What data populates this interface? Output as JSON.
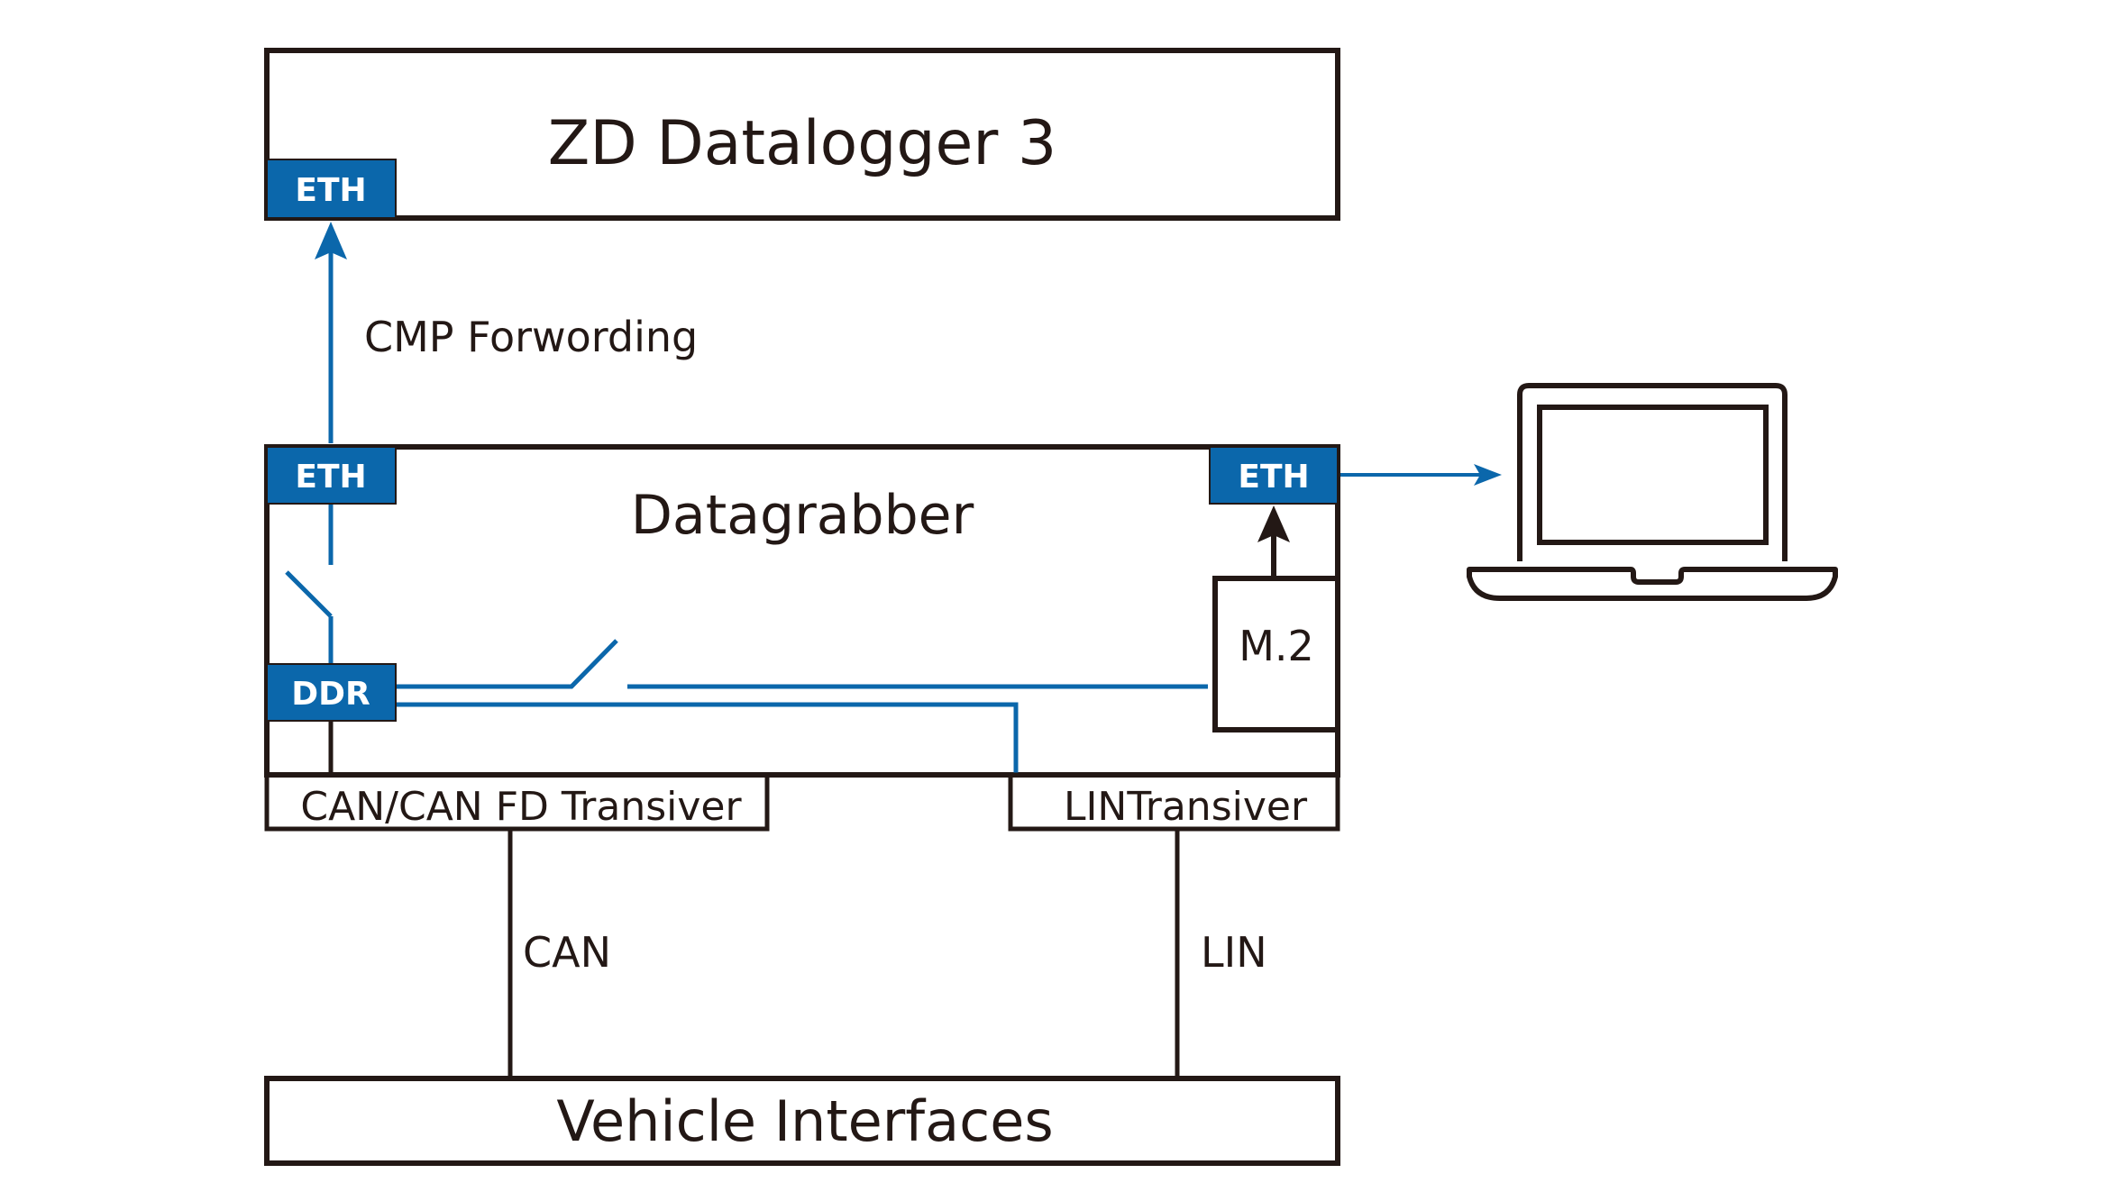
{
  "colors": {
    "ink": "#231815",
    "port_blue": "#0b67ab",
    "module_gray": "#c6c7c9",
    "background": "#ffffff"
  },
  "blocks": {
    "datalogger": {
      "title": "ZD Datalogger 3",
      "port": "ETH"
    },
    "datagrabber": {
      "title": "Datagrabber",
      "ports": {
        "eth_left": "ETH",
        "eth_right": "ETH",
        "ddr": "DDR"
      },
      "storage": "M.2"
    },
    "can_transceiver": {
      "label": "CAN/CAN FD Transiver"
    },
    "lin_transceiver": {
      "label": "LINTransiver"
    },
    "vehicle": {
      "title": "Vehicle Interfaces"
    },
    "laptop": {
      "icon": "laptop-icon"
    }
  },
  "connections": {
    "cmp_forwarding": "CMP Forwording",
    "can_bus": "CAN",
    "lin_bus": "LIN"
  }
}
